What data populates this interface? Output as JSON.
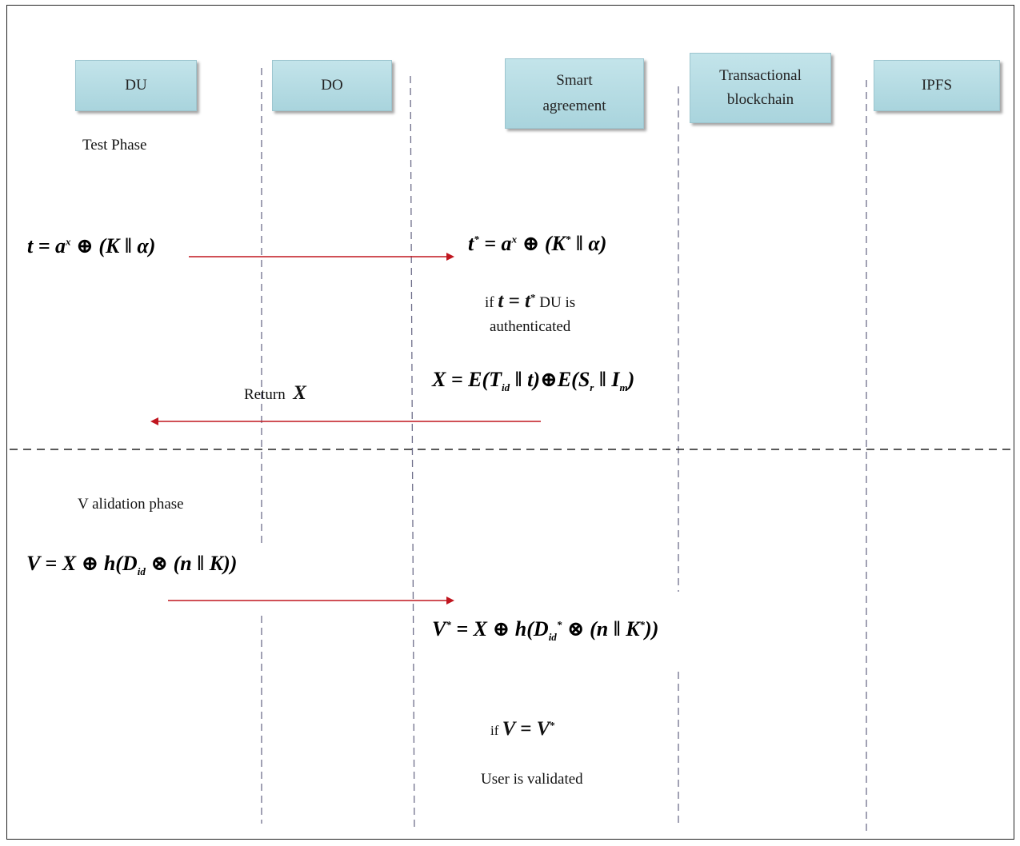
{
  "actors": {
    "du": "DU",
    "do": "DO",
    "smart_line1": "Smart",
    "smart_line2": "agreement",
    "tx_line1": "Transactional",
    "tx_line2": "blockchain",
    "ipfs": "IPFS"
  },
  "test_phase": {
    "label": "Test Phase",
    "eq_t_lhs": "t = a",
    "eq_t_sup": "x",
    "eq_t_rhs": " ⊕ (K ‖ α)",
    "eq_tstar_lhs": "t",
    "eq_tstar_sup1": "*",
    "eq_tstar_mid": " = a",
    "eq_tstar_sup2": "x",
    "eq_tstar_mid2": " ⊕ (K",
    "eq_tstar_sup3": "*",
    "eq_tstar_rhs": " ‖ α)",
    "cond_if": "if ",
    "cond_expr": "t = t",
    "cond_sup": "*",
    "cond_tail": " DU is",
    "cond_line2": "authenticated",
    "eq_x": "X = E(T",
    "eq_x_sub1": "id",
    "eq_x_mid": " ‖ t)⊕E(S",
    "eq_x_sub2": "r",
    "eq_x_mid2": " ‖ I",
    "eq_x_sub3": "m",
    "eq_x_end": ")",
    "return_label": "Return",
    "return_var": "X"
  },
  "validation_phase": {
    "label": "V alidation phase",
    "eq_v_lhs": "V = X ⊕ h(D",
    "eq_v_sub": "id",
    "eq_v_rhs": " ⊗ (n ‖ K))",
    "eq_vstar_lhs": "V",
    "eq_vstar_sup": "*",
    "eq_vstar_mid": " = X ⊕ h(D",
    "eq_vstar_sub": "id",
    "eq_vstar_sup2": "*",
    "eq_vstar_mid2": " ⊗ (n ‖ K",
    "eq_vstar_sup3": "*",
    "eq_vstar_end": "))",
    "cond_if": "if ",
    "cond_expr": "V = V",
    "cond_sup": "*",
    "result": "User is validated"
  },
  "colors": {
    "arrow": "#c0161f",
    "actor_fill": "#b5dbe3",
    "lifeline": "#6e6e8a"
  }
}
